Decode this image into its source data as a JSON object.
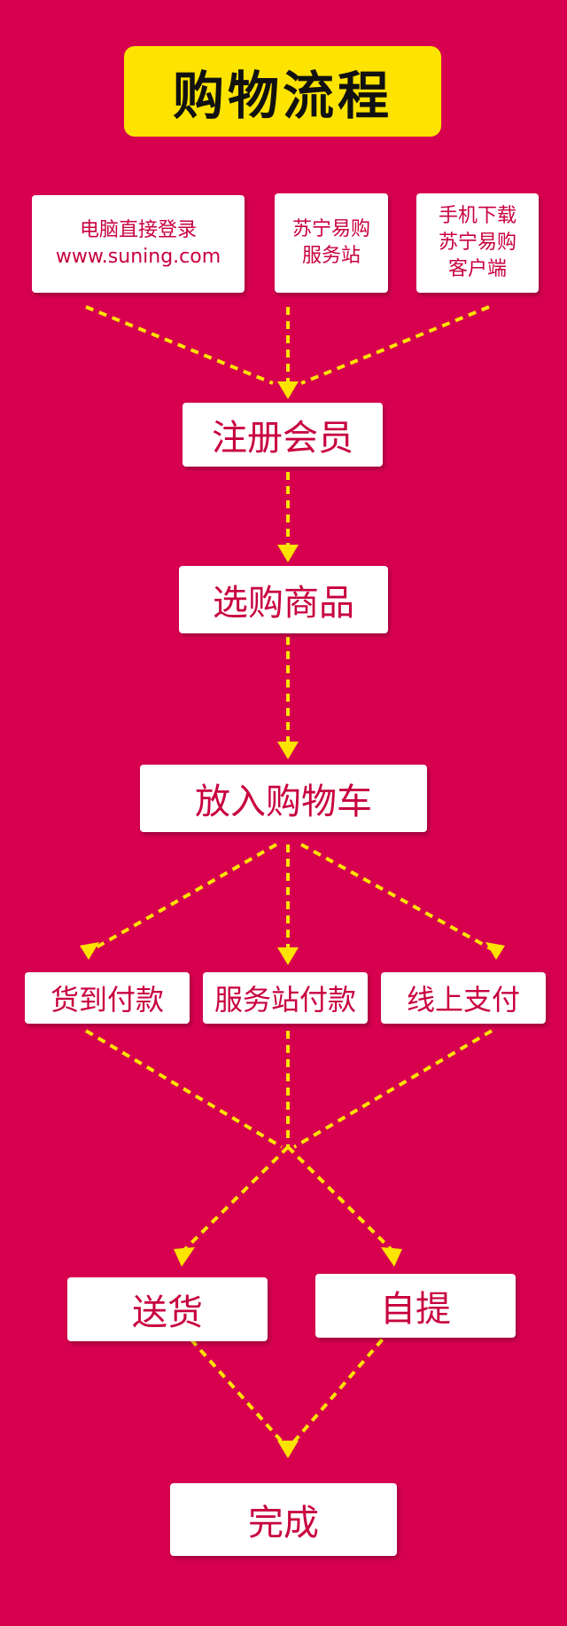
{
  "title": "购物流程",
  "sources": [
    {
      "line1": "电脑直接登录",
      "line2": "www.suning.com"
    },
    {
      "line1": "苏宁易购",
      "line2": "服务站"
    },
    {
      "line1": "手机下载",
      "line2": "苏宁易购",
      "line3": "客户端"
    }
  ],
  "steps": {
    "register": "注册会员",
    "select": "选购商品",
    "cart": "放入购物车"
  },
  "payment": {
    "cod": "货到付款",
    "station": "服务站付款",
    "online": "线上支付"
  },
  "delivery": {
    "ship": "送货",
    "pickup": "自提"
  },
  "finish": "完成",
  "colors": {
    "background": "#d6004f",
    "title_bg": "#fde300",
    "arrow": "#fde300",
    "box_text": "#c8003f"
  }
}
